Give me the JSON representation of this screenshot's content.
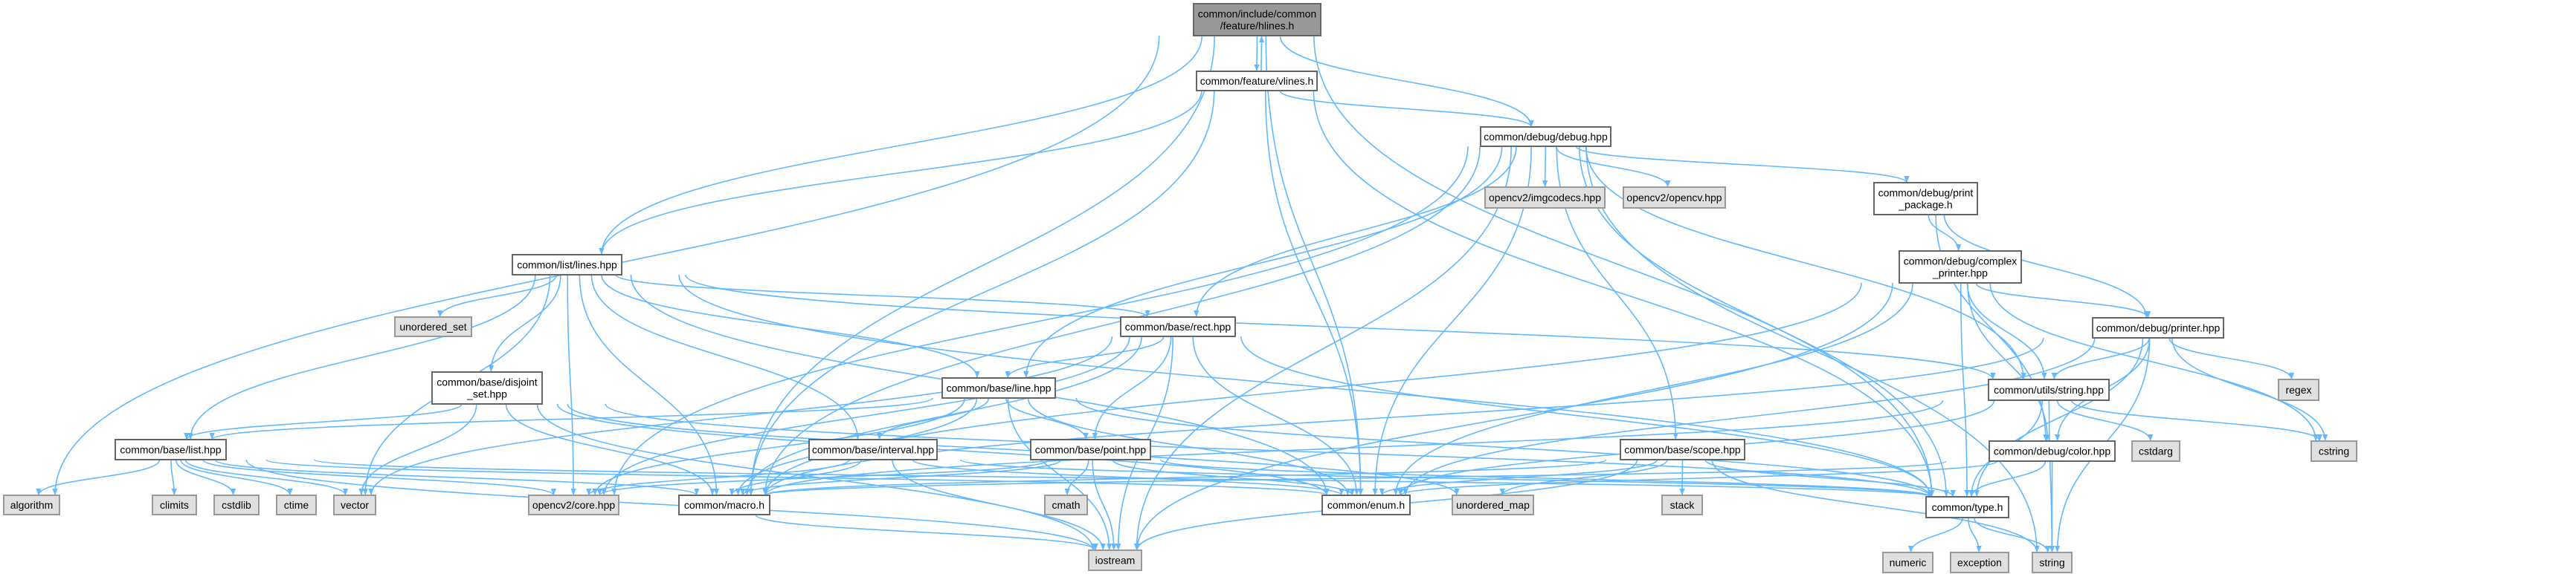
{
  "colors": {
    "edge": "#63b8ff",
    "root_fill": "#999999",
    "external_fill": "#e0e0e0",
    "internal_fill": "#ffffff"
  },
  "graph": {
    "nodes": [
      {
        "id": "root",
        "kind": "root",
        "lines": [
          "common/include/common",
          "/feature/hlines.h"
        ]
      },
      {
        "id": "vlines",
        "kind": "internal",
        "lines": [
          "common/feature/vlines.h"
        ]
      },
      {
        "id": "debug",
        "kind": "internal",
        "lines": [
          "common/debug/debug.hpp"
        ]
      },
      {
        "id": "imgcodecs",
        "kind": "external",
        "lines": [
          "opencv2/imgcodecs.hpp"
        ]
      },
      {
        "id": "opencv",
        "kind": "external",
        "lines": [
          "opencv2/opencv.hpp"
        ]
      },
      {
        "id": "print_package",
        "kind": "internal",
        "lines": [
          "common/debug/print",
          "_package.h"
        ]
      },
      {
        "id": "complex_printer",
        "kind": "internal",
        "lines": [
          "common/debug/complex",
          "_printer.hpp"
        ]
      },
      {
        "id": "lines",
        "kind": "internal",
        "lines": [
          "common/list/lines.hpp"
        ]
      },
      {
        "id": "unordered_set",
        "kind": "external",
        "lines": [
          "unordered_set"
        ]
      },
      {
        "id": "rect",
        "kind": "internal",
        "lines": [
          "common/base/rect.hpp"
        ]
      },
      {
        "id": "printer",
        "kind": "internal",
        "lines": [
          "common/debug/printer.hpp"
        ]
      },
      {
        "id": "disjoint",
        "kind": "internal",
        "lines": [
          "common/base/disjoint",
          "_set.hpp"
        ]
      },
      {
        "id": "line",
        "kind": "internal",
        "lines": [
          "common/base/line.hpp"
        ]
      },
      {
        "id": "ustring",
        "kind": "internal",
        "lines": [
          "common/utils/string.hpp"
        ]
      },
      {
        "id": "regex",
        "kind": "external",
        "lines": [
          "regex"
        ]
      },
      {
        "id": "list",
        "kind": "internal",
        "lines": [
          "common/base/list.hpp"
        ]
      },
      {
        "id": "interval",
        "kind": "internal",
        "lines": [
          "common/base/interval.hpp"
        ]
      },
      {
        "id": "point",
        "kind": "internal",
        "lines": [
          "common/base/point.hpp"
        ]
      },
      {
        "id": "scope",
        "kind": "internal",
        "lines": [
          "common/base/scope.hpp"
        ]
      },
      {
        "id": "color",
        "kind": "internal",
        "lines": [
          "common/debug/color.hpp"
        ]
      },
      {
        "id": "cstdarg",
        "kind": "external",
        "lines": [
          "cstdarg"
        ]
      },
      {
        "id": "cstring",
        "kind": "external",
        "lines": [
          "cstring"
        ]
      },
      {
        "id": "algorithm",
        "kind": "external",
        "lines": [
          "algorithm"
        ]
      },
      {
        "id": "climits",
        "kind": "external",
        "lines": [
          "climits"
        ]
      },
      {
        "id": "cstdlib",
        "kind": "external",
        "lines": [
          "cstdlib"
        ]
      },
      {
        "id": "ctime",
        "kind": "external",
        "lines": [
          "ctime"
        ]
      },
      {
        "id": "vector",
        "kind": "external",
        "lines": [
          "vector"
        ]
      },
      {
        "id": "core",
        "kind": "external",
        "lines": [
          "opencv2/core.hpp"
        ]
      },
      {
        "id": "macro",
        "kind": "internal",
        "lines": [
          "common/macro.h"
        ]
      },
      {
        "id": "cmath",
        "kind": "external",
        "lines": [
          "cmath"
        ]
      },
      {
        "id": "enum",
        "kind": "internal",
        "lines": [
          "common/enum.h"
        ]
      },
      {
        "id": "unordered_map",
        "kind": "external",
        "lines": [
          "unordered_map"
        ]
      },
      {
        "id": "stack",
        "kind": "external",
        "lines": [
          "stack"
        ]
      },
      {
        "id": "type",
        "kind": "internal",
        "lines": [
          "common/type.h"
        ]
      },
      {
        "id": "iostream",
        "kind": "external",
        "lines": [
          "iostream"
        ]
      },
      {
        "id": "numeric",
        "kind": "external",
        "lines": [
          "numeric"
        ]
      },
      {
        "id": "exception",
        "kind": "external",
        "lines": [
          "exception"
        ]
      },
      {
        "id": "string",
        "kind": "external",
        "lines": [
          "string"
        ]
      }
    ],
    "edges": [
      [
        "root",
        "vlines"
      ],
      [
        "vlines",
        "root"
      ],
      [
        "root",
        "debug"
      ],
      [
        "root",
        "lines"
      ],
      [
        "root",
        "enum"
      ],
      [
        "root",
        "macro"
      ],
      [
        "root",
        "type"
      ],
      [
        "root",
        "algorithm"
      ],
      [
        "vlines",
        "debug"
      ],
      [
        "vlines",
        "lines"
      ],
      [
        "vlines",
        "enum"
      ],
      [
        "vlines",
        "macro"
      ],
      [
        "vlines",
        "type"
      ],
      [
        "debug",
        "imgcodecs"
      ],
      [
        "debug",
        "opencv"
      ],
      [
        "debug",
        "print_package"
      ],
      [
        "debug",
        "rect"
      ],
      [
        "debug",
        "line"
      ],
      [
        "debug",
        "scope"
      ],
      [
        "debug",
        "ustring"
      ],
      [
        "debug",
        "enum"
      ],
      [
        "debug",
        "macro"
      ],
      [
        "debug",
        "type"
      ],
      [
        "debug",
        "iostream"
      ],
      [
        "debug",
        "string"
      ],
      [
        "debug",
        "core"
      ],
      [
        "print_package",
        "complex_printer"
      ],
      [
        "print_package",
        "printer"
      ],
      [
        "print_package",
        "color"
      ],
      [
        "complex_printer",
        "printer"
      ],
      [
        "complex_printer",
        "ustring"
      ],
      [
        "complex_printer",
        "color"
      ],
      [
        "complex_printer",
        "type"
      ],
      [
        "complex_printer",
        "enum"
      ],
      [
        "complex_printer",
        "macro"
      ],
      [
        "complex_printer",
        "cstring"
      ],
      [
        "complex_printer",
        "iostream"
      ],
      [
        "printer",
        "ustring"
      ],
      [
        "printer",
        "regex"
      ],
      [
        "printer",
        "cstring"
      ],
      [
        "printer",
        "color"
      ],
      [
        "printer",
        "type"
      ],
      [
        "printer",
        "macro"
      ],
      [
        "printer",
        "enum"
      ],
      [
        "printer",
        "string"
      ],
      [
        "ustring",
        "cstdarg"
      ],
      [
        "ustring",
        "cstring"
      ],
      [
        "ustring",
        "type"
      ],
      [
        "ustring",
        "string"
      ],
      [
        "ustring",
        "macro"
      ],
      [
        "ustring",
        "enum"
      ],
      [
        "color",
        "type"
      ],
      [
        "color",
        "string"
      ],
      [
        "color",
        "enum"
      ],
      [
        "color",
        "macro"
      ],
      [
        "type",
        "numeric"
      ],
      [
        "type",
        "exception"
      ],
      [
        "type",
        "string"
      ],
      [
        "lines",
        "unordered_set"
      ],
      [
        "lines",
        "disjoint"
      ],
      [
        "lines",
        "list"
      ],
      [
        "lines",
        "rect"
      ],
      [
        "lines",
        "line"
      ],
      [
        "lines",
        "interval"
      ],
      [
        "lines",
        "macro"
      ],
      [
        "lines",
        "core"
      ],
      [
        "lines",
        "enum"
      ],
      [
        "lines",
        "type"
      ],
      [
        "lines",
        "ustring"
      ],
      [
        "lines",
        "vector"
      ],
      [
        "rect",
        "line"
      ],
      [
        "rect",
        "point"
      ],
      [
        "rect",
        "enum"
      ],
      [
        "rect",
        "macro"
      ],
      [
        "rect",
        "type"
      ],
      [
        "rect",
        "iostream"
      ],
      [
        "rect",
        "core"
      ],
      [
        "rect",
        "vector"
      ],
      [
        "line",
        "interval"
      ],
      [
        "line",
        "point"
      ],
      [
        "line",
        "macro"
      ],
      [
        "line",
        "enum"
      ],
      [
        "line",
        "type"
      ],
      [
        "line",
        "iostream"
      ],
      [
        "line",
        "list"
      ],
      [
        "line",
        "core"
      ],
      [
        "disjoint",
        "list"
      ],
      [
        "disjoint",
        "vector"
      ],
      [
        "disjoint",
        "macro"
      ],
      [
        "disjoint",
        "enum"
      ],
      [
        "disjoint",
        "type"
      ],
      [
        "disjoint",
        "iostream"
      ],
      [
        "disjoint",
        "unordered_map"
      ],
      [
        "list",
        "algorithm"
      ],
      [
        "list",
        "climits"
      ],
      [
        "list",
        "cstdlib"
      ],
      [
        "list",
        "ctime"
      ],
      [
        "list",
        "vector"
      ],
      [
        "list",
        "core"
      ],
      [
        "list",
        "macro"
      ],
      [
        "list",
        "enum"
      ],
      [
        "list",
        "type"
      ],
      [
        "list",
        "iostream"
      ],
      [
        "interval",
        "macro"
      ],
      [
        "interval",
        "enum"
      ],
      [
        "interval",
        "type"
      ],
      [
        "interval",
        "iostream"
      ],
      [
        "interval",
        "core"
      ],
      [
        "point",
        "cmath"
      ],
      [
        "point",
        "iostream"
      ],
      [
        "point",
        "macro"
      ],
      [
        "point",
        "enum"
      ],
      [
        "point",
        "type"
      ],
      [
        "point",
        "core"
      ],
      [
        "scope",
        "stack"
      ],
      [
        "scope",
        "enum"
      ],
      [
        "scope",
        "macro"
      ],
      [
        "scope",
        "type"
      ],
      [
        "scope",
        "iostream"
      ],
      [
        "scope",
        "unordered_map"
      ],
      [
        "scope",
        "string"
      ],
      [
        "macro",
        "iostream"
      ]
    ]
  }
}
